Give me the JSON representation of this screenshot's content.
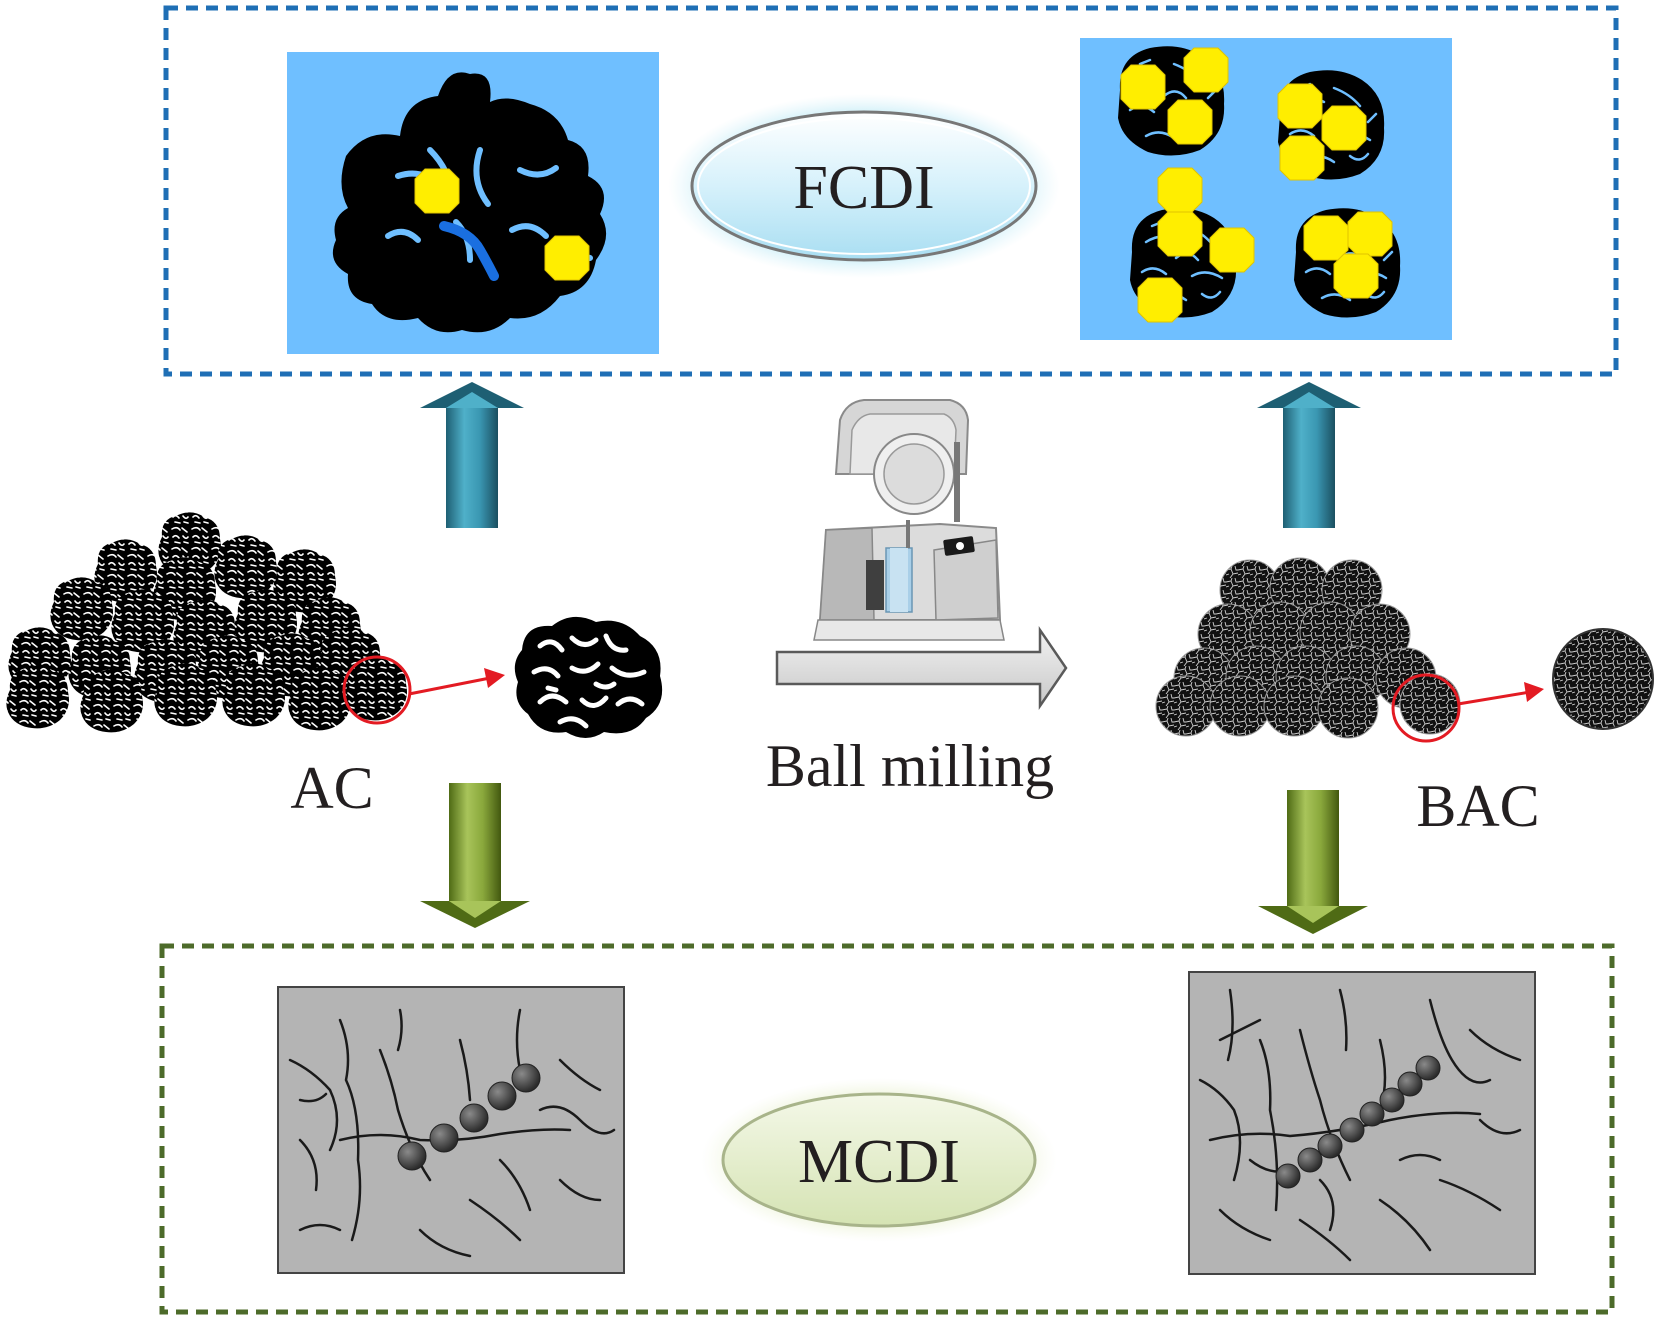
{
  "labels": {
    "fcdi": "FCDI",
    "mcdi": "MCDI",
    "ac": "AC",
    "bac": "BAC",
    "process": "Ball milling"
  },
  "colors": {
    "fcdi_frame": "#1f6fb5",
    "mcdi_frame": "#4d6b2a",
    "fcdi_background": "#6fbfff",
    "particle_black": "#000000",
    "ion_yellow": "#ffee00",
    "pore_blue": "#1a6fe0",
    "arrow_teal": "#2a7e98",
    "arrow_green": "#7e9a32",
    "highlight_red": "#e31b23",
    "crack_panel_grey": "#b4b4b4",
    "fcdi_ellipse": "#d9f1fb",
    "mcdi_ellipse": "#dde8c4"
  },
  "icons": {
    "equipment": "ball-mill-machine-icon",
    "process_arrow": "right-arrow-icon"
  }
}
